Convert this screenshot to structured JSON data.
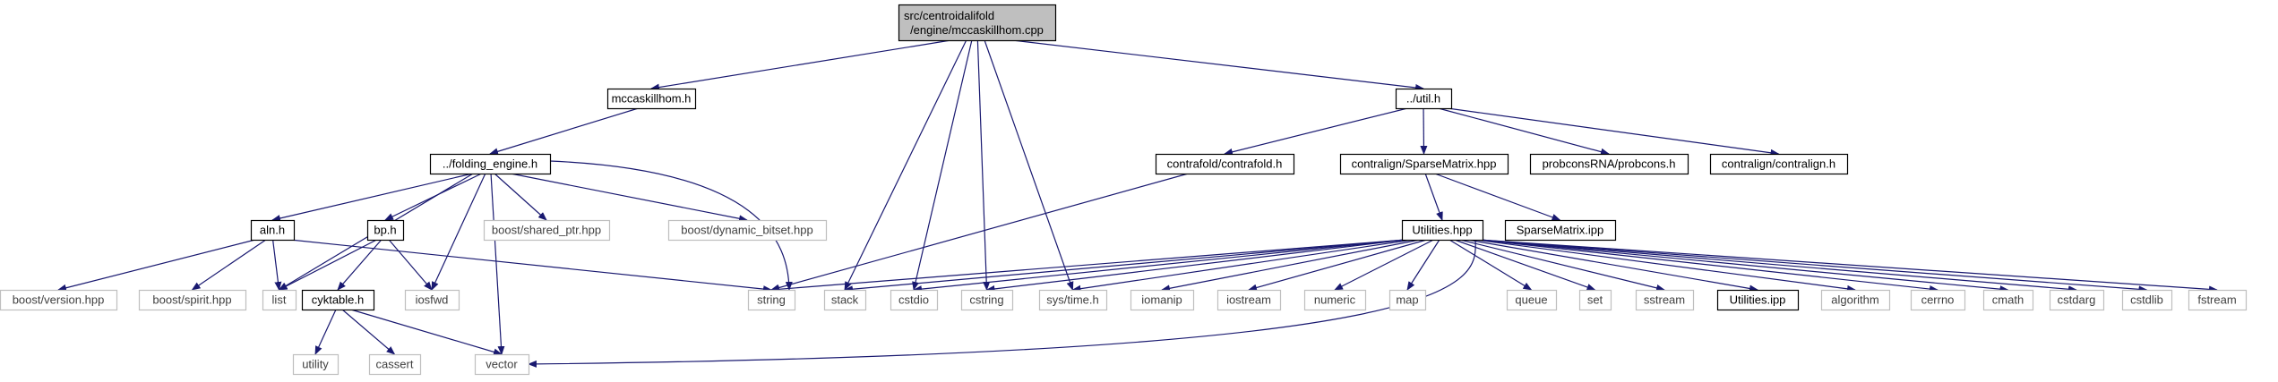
{
  "graph": {
    "nodes": {
      "root": {
        "label": "src/centroidalifold",
        "label2": "/engine/mccaskillhom.cpp",
        "kind": "root"
      },
      "mccaskillhom_h": {
        "label": "mccaskillhom.h",
        "kind": "doc"
      },
      "util_h": {
        "label": "../util.h",
        "kind": "doc"
      },
      "folding_engine_h": {
        "label": "../folding_engine.h",
        "kind": "doc"
      },
      "contrafold_h": {
        "label": "contrafold/contrafold.h",
        "kind": "doc"
      },
      "sparsematrix_hpp": {
        "label": "contralign/SparseMatrix.hpp",
        "kind": "doc"
      },
      "probcons_h": {
        "label": "probconsRNA/probcons.h",
        "kind": "doc"
      },
      "contralign_h": {
        "label": "contralign/contralign.h",
        "kind": "doc"
      },
      "aln_h": {
        "label": "aln.h",
        "kind": "doc"
      },
      "bp_h": {
        "label": "bp.h",
        "kind": "doc"
      },
      "shared_ptr": {
        "label": "boost/shared_ptr.hpp",
        "kind": "ext"
      },
      "dynamic_bitset": {
        "label": "boost/dynamic_bitset.hpp",
        "kind": "ext"
      },
      "utilities_hpp": {
        "label": "Utilities.hpp",
        "kind": "doc"
      },
      "sparsematrix_ipp": {
        "label": "SparseMatrix.ipp",
        "kind": "doc"
      },
      "boost_version": {
        "label": "boost/version.hpp",
        "kind": "ext"
      },
      "boost_spirit": {
        "label": "boost/spirit.hpp",
        "kind": "ext"
      },
      "list": {
        "label": "list",
        "kind": "ext"
      },
      "cyktable_h": {
        "label": "cyktable.h",
        "kind": "doc"
      },
      "iosfwd": {
        "label": "iosfwd",
        "kind": "ext"
      },
      "string": {
        "label": "string",
        "kind": "ext"
      },
      "stack": {
        "label": "stack",
        "kind": "ext"
      },
      "cstdio": {
        "label": "cstdio",
        "kind": "ext"
      },
      "cstring": {
        "label": "cstring",
        "kind": "ext"
      },
      "sys_time": {
        "label": "sys/time.h",
        "kind": "ext"
      },
      "iomanip": {
        "label": "iomanip",
        "kind": "ext"
      },
      "iostream": {
        "label": "iostream",
        "kind": "ext"
      },
      "numeric": {
        "label": "numeric",
        "kind": "ext"
      },
      "map": {
        "label": "map",
        "kind": "ext"
      },
      "queue": {
        "label": "queue",
        "kind": "ext"
      },
      "set": {
        "label": "set",
        "kind": "ext"
      },
      "sstream": {
        "label": "sstream",
        "kind": "ext"
      },
      "utilities_ipp": {
        "label": "Utilities.ipp",
        "kind": "doc"
      },
      "algorithm": {
        "label": "algorithm",
        "kind": "ext"
      },
      "cerrno": {
        "label": "cerrno",
        "kind": "ext"
      },
      "cmath": {
        "label": "cmath",
        "kind": "ext"
      },
      "cstdarg": {
        "label": "cstdarg",
        "kind": "ext"
      },
      "cstdlib": {
        "label": "cstdlib",
        "kind": "ext"
      },
      "fstream": {
        "label": "fstream",
        "kind": "ext"
      },
      "utility": {
        "label": "utility",
        "kind": "ext"
      },
      "cassert": {
        "label": "cassert",
        "kind": "ext"
      },
      "vector": {
        "label": "vector",
        "kind": "ext"
      }
    },
    "edges": [
      [
        "root",
        "mccaskillhom_h"
      ],
      [
        "root",
        "util_h"
      ],
      [
        "root",
        "stack"
      ],
      [
        "root",
        "cstdio"
      ],
      [
        "root",
        "cstring"
      ],
      [
        "root",
        "sys_time"
      ],
      [
        "mccaskillhom_h",
        "folding_engine_h"
      ],
      [
        "util_h",
        "contrafold_h"
      ],
      [
        "util_h",
        "sparsematrix_hpp"
      ],
      [
        "util_h",
        "probcons_h"
      ],
      [
        "util_h",
        "contralign_h"
      ],
      [
        "folding_engine_h",
        "aln_h"
      ],
      [
        "folding_engine_h",
        "bp_h"
      ],
      [
        "folding_engine_h",
        "list"
      ],
      [
        "folding_engine_h",
        "iosfwd"
      ],
      [
        "folding_engine_h",
        "vector"
      ],
      [
        "folding_engine_h",
        "shared_ptr"
      ],
      [
        "folding_engine_h",
        "dynamic_bitset"
      ],
      [
        "folding_engine_h",
        "string"
      ],
      [
        "contrafold_h",
        "string"
      ],
      [
        "sparsematrix_hpp",
        "utilities_hpp"
      ],
      [
        "sparsematrix_hpp",
        "sparsematrix_ipp"
      ],
      [
        "aln_h",
        "boost_version"
      ],
      [
        "aln_h",
        "boost_spirit"
      ],
      [
        "aln_h",
        "list"
      ],
      [
        "aln_h",
        "string"
      ],
      [
        "bp_h",
        "list"
      ],
      [
        "bp_h",
        "cyktable_h"
      ],
      [
        "bp_h",
        "iosfwd"
      ],
      [
        "cyktable_h",
        "utility"
      ],
      [
        "cyktable_h",
        "cassert"
      ],
      [
        "cyktable_h",
        "vector"
      ],
      [
        "utilities_hpp",
        "string"
      ],
      [
        "utilities_hpp",
        "stack"
      ],
      [
        "utilities_hpp",
        "cstdio"
      ],
      [
        "utilities_hpp",
        "cstring"
      ],
      [
        "utilities_hpp",
        "sys_time"
      ],
      [
        "utilities_hpp",
        "iomanip"
      ],
      [
        "utilities_hpp",
        "iostream"
      ],
      [
        "utilities_hpp",
        "numeric"
      ],
      [
        "utilities_hpp",
        "map"
      ],
      [
        "utilities_hpp",
        "queue"
      ],
      [
        "utilities_hpp",
        "set"
      ],
      [
        "utilities_hpp",
        "sstream"
      ],
      [
        "utilities_hpp",
        "utilities_ipp"
      ],
      [
        "utilities_hpp",
        "algorithm"
      ],
      [
        "utilities_hpp",
        "cerrno"
      ],
      [
        "utilities_hpp",
        "cmath"
      ],
      [
        "utilities_hpp",
        "cstdarg"
      ],
      [
        "utilities_hpp",
        "cstdlib"
      ],
      [
        "utilities_hpp",
        "fstream"
      ],
      [
        "utilities_hpp",
        "vector"
      ]
    ],
    "colors": {
      "edge": "#191970",
      "root_fill": "#bfbfbf",
      "doc_border": "#000000",
      "ext_border": "#bfbfbf",
      "ext_text": "#404040",
      "doc_text": "#000000"
    }
  }
}
